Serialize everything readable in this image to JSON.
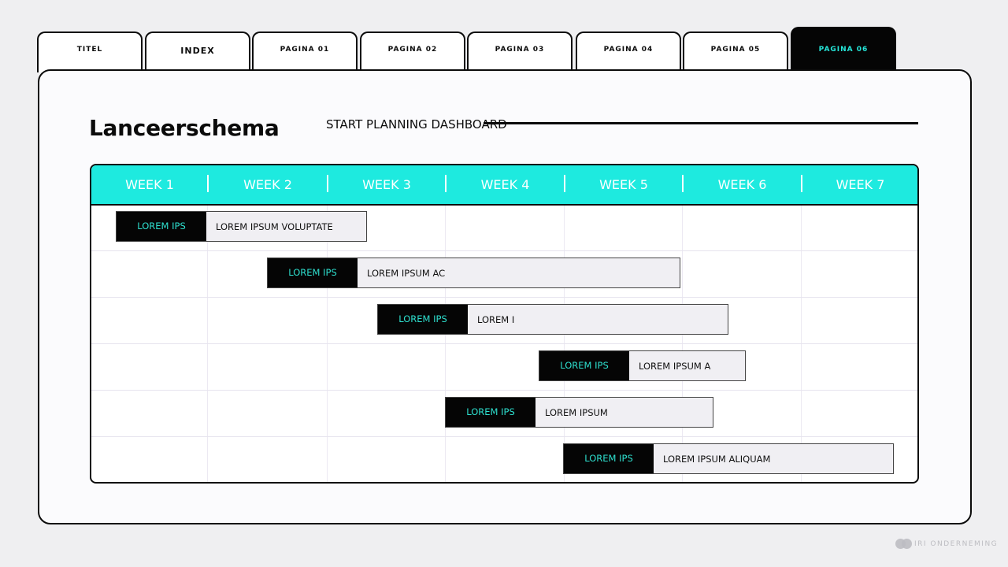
{
  "tabs": [
    {
      "label": "TITEL",
      "active": false
    },
    {
      "label": "INDEX",
      "active": false
    },
    {
      "label": "PAGINA 01",
      "active": false
    },
    {
      "label": "PAGINA 02",
      "active": false
    },
    {
      "label": "PAGINA 03",
      "active": false
    },
    {
      "label": "PAGINA 04",
      "active": false
    },
    {
      "label": "PAGINA 05",
      "active": false
    },
    {
      "label": "PAGINA 06",
      "active": true
    }
  ],
  "page": {
    "title": "Lanceerschema",
    "subtitle": "START PLANNING DASHBOARD"
  },
  "schedule": {
    "weeks": [
      "WEEK 1",
      "WEEK 2",
      "WEEK 3",
      "WEEK 4",
      "WEEK 5",
      "WEEK 6",
      "WEEK 7"
    ],
    "tasks": [
      {
        "tag": "LOREM IPS",
        "label": "LOREM IPSUM VOLUPTATE"
      },
      {
        "tag": "LOREM IPS",
        "label": "LOREM IPSUM AC"
      },
      {
        "tag": "LOREM IPS",
        "label": "LOREM I"
      },
      {
        "tag": "LOREM IPS",
        "label": "LOREM IPSUM A"
      },
      {
        "tag": "LOREM IPS",
        "label": "LOREM IPSUM"
      },
      {
        "tag": "LOREM IPS",
        "label": "LOREM IPSUM ALIQUAM"
      }
    ]
  },
  "footer": {
    "brand": "IRI ONDERNEMING",
    "logo_icon": "brand-logo-icon"
  },
  "colors": {
    "accent": "#1eeadf",
    "tag_text": "#2ee0cf",
    "dark": "#050505",
    "background": "#efeff1"
  }
}
